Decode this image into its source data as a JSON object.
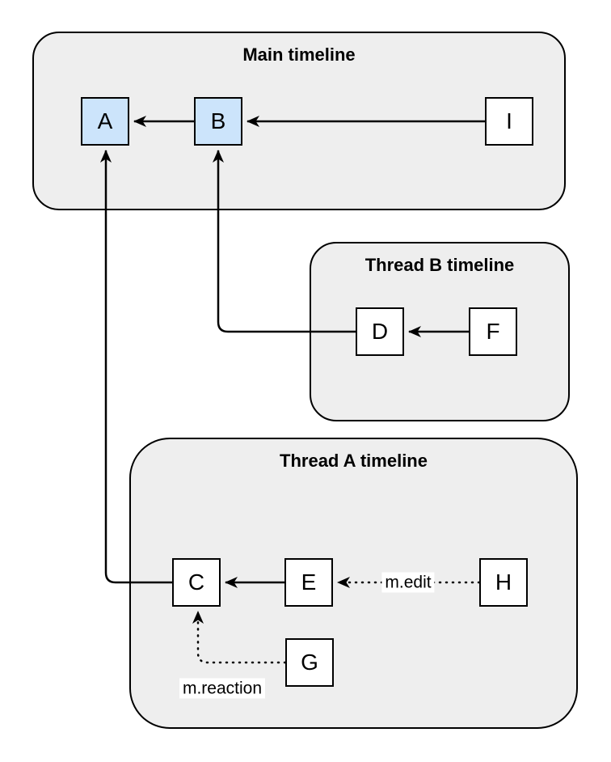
{
  "diagram": {
    "containers": [
      {
        "id": "main",
        "title": "Main timeline"
      },
      {
        "id": "thread-b",
        "title": "Thread B timeline"
      },
      {
        "id": "thread-a",
        "title": "Thread A timeline"
      }
    ],
    "nodes": [
      {
        "id": "A",
        "label": "A",
        "container": "main",
        "highlighted": true
      },
      {
        "id": "B",
        "label": "B",
        "container": "main",
        "highlighted": true
      },
      {
        "id": "I",
        "label": "I",
        "container": "main",
        "highlighted": false
      },
      {
        "id": "D",
        "label": "D",
        "container": "thread-b",
        "highlighted": false
      },
      {
        "id": "F",
        "label": "F",
        "container": "thread-b",
        "highlighted": false
      },
      {
        "id": "C",
        "label": "C",
        "container": "thread-a",
        "highlighted": false
      },
      {
        "id": "E",
        "label": "E",
        "container": "thread-a",
        "highlighted": false
      },
      {
        "id": "H",
        "label": "H",
        "container": "thread-a",
        "highlighted": false
      },
      {
        "id": "G",
        "label": "G",
        "container": "thread-a",
        "highlighted": false
      }
    ],
    "edges": [
      {
        "from": "B",
        "to": "A",
        "style": "solid",
        "label": ""
      },
      {
        "from": "I",
        "to": "B",
        "style": "solid",
        "label": ""
      },
      {
        "from": "F",
        "to": "D",
        "style": "solid",
        "label": ""
      },
      {
        "from": "D",
        "to": "B",
        "style": "solid",
        "label": ""
      },
      {
        "from": "C",
        "to": "A",
        "style": "solid",
        "label": ""
      },
      {
        "from": "E",
        "to": "C",
        "style": "solid",
        "label": ""
      },
      {
        "from": "H",
        "to": "E",
        "style": "dotted",
        "label": "m.edit"
      },
      {
        "from": "G",
        "to": "C",
        "style": "dotted",
        "label": "m.reaction"
      }
    ]
  },
  "colors": {
    "container_fill": "#eeeeee",
    "node_fill": "#ffffff",
    "highlight_fill": "#cce4fb",
    "border": "#000000",
    "label_bg": "#ffffff"
  }
}
